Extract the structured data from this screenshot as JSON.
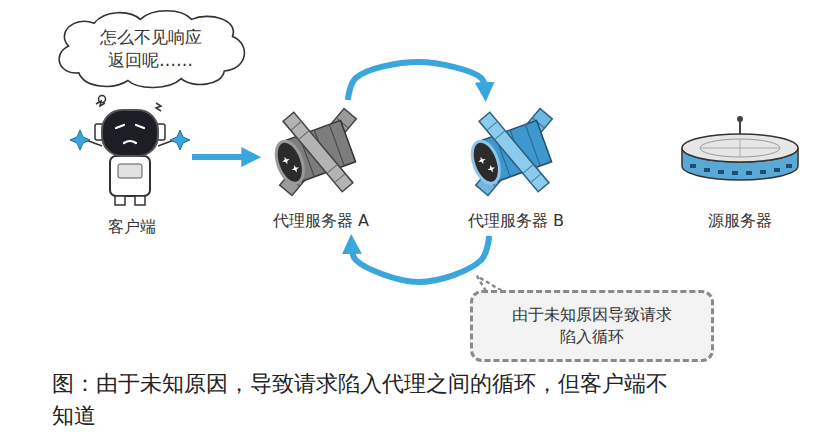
{
  "diagram": {
    "caption": "图：由于未知原因，导致请求陷入代理之间的循环，但客户端不 知道",
    "nodes": [
      {
        "text": [
          "怎么不见响应 返回呢……"
        ]
      },
      {
        "text": [
          "客户端"
        ]
      },
      {
        "text": [
          "代理服务器 A"
        ]
      },
      {
        "text": [
          "代理服务器 B"
        ]
      },
      {
        "text": [
          "源服务器"
        ]
      },
      {
        "text": [
          "由于未知原因导致请求 陷入循环"
        ]
      }
    ],
    "edges": [
      {
        "from": 1,
        "to": 2,
        "arrow": "to"
      },
      {
        "from": 2,
        "to": 3,
        "arrow": "to"
      },
      {
        "from": 3,
        "to": 2,
        "arrow": "to"
      }
    ]
  }
}
